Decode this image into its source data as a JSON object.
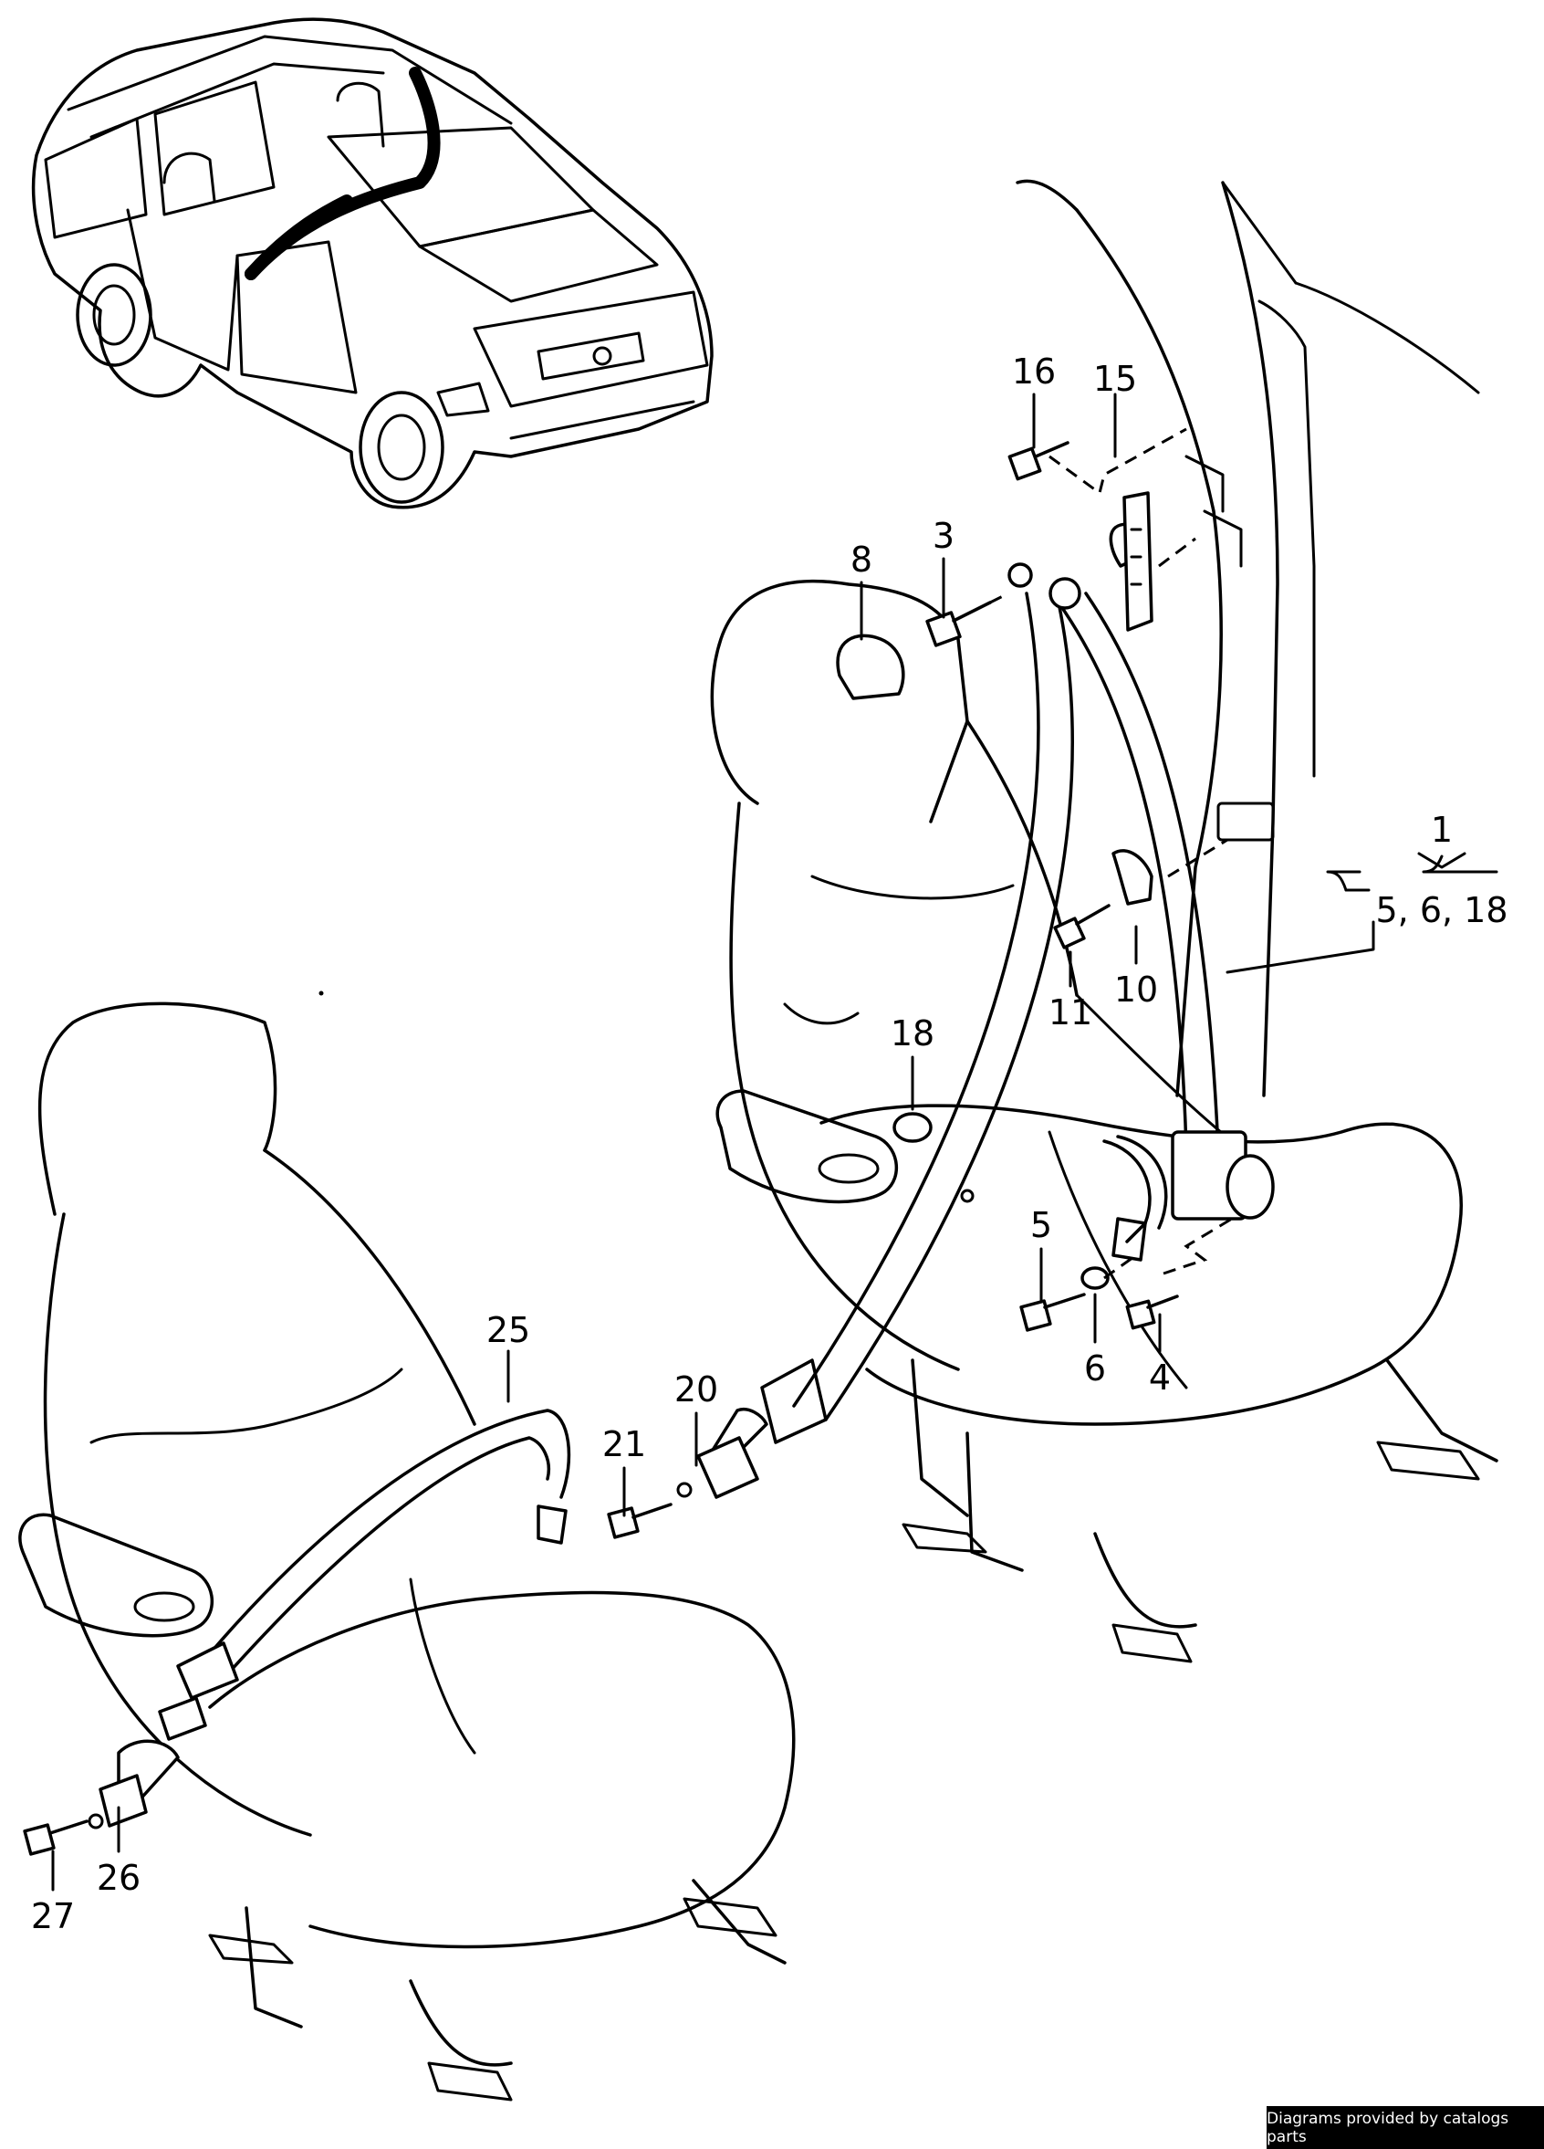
{
  "credit": "Diagrams provided by catalogs parts",
  "callouts": [
    {
      "label": "16"
    },
    {
      "label": "15"
    },
    {
      "label": "8"
    },
    {
      "label": "3"
    },
    {
      "label": "1"
    },
    {
      "label": "5, 6, 18"
    },
    {
      "label": "11"
    },
    {
      "label": "10"
    },
    {
      "label": "18"
    },
    {
      "label": "5"
    },
    {
      "label": "6"
    },
    {
      "label": "4"
    },
    {
      "label": "25"
    },
    {
      "label": "20"
    },
    {
      "label": "21"
    },
    {
      "label": "26"
    },
    {
      "label": "27"
    }
  ]
}
